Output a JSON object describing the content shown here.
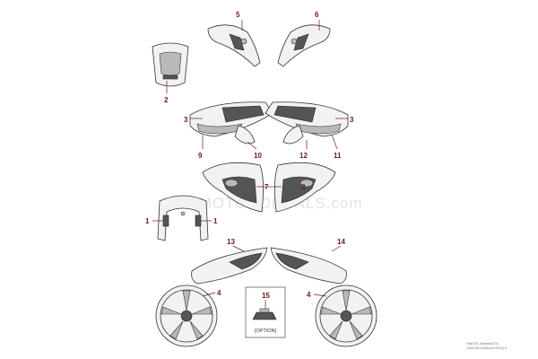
{
  "diagram": {
    "watermark": "OEMMOTORDECALS.com",
    "corner_note_line1": "Vstar12D_Kawasaki2013",
    "corner_note_line2": "ZX6R 636 KAWASAKI DECALS",
    "option_label": "[OPTION]",
    "callouts": {
      "c1_left": "1",
      "c1_right": "1",
      "c2": "2",
      "c3_left": "3",
      "c3_right": "3",
      "c4_left": "4",
      "c4_right": "4",
      "c5": "5",
      "c6": "6",
      "c7": "7",
      "c8": "8",
      "c9": "9",
      "c10": "10",
      "c11": "11",
      "c12": "12",
      "c13": "13",
      "c14": "14",
      "c15": "15"
    },
    "colors": {
      "callout": "#6b1a1a",
      "outline": "#333333",
      "fill_light": "#f2f2f2",
      "fill_dark": "#555555",
      "watermark": "#e4e4e4"
    }
  }
}
